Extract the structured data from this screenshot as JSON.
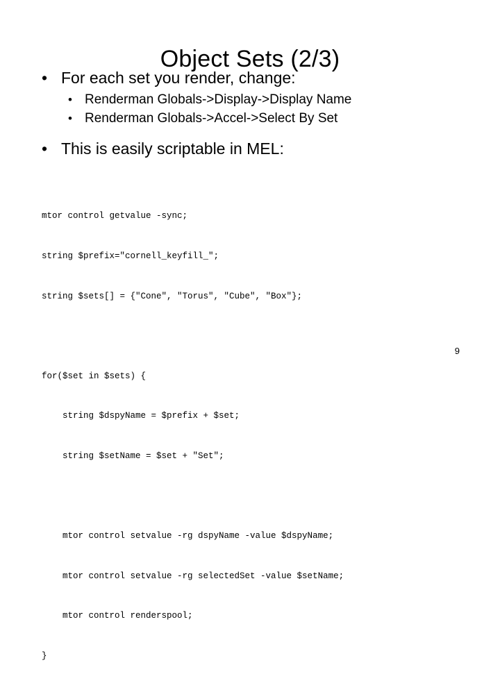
{
  "slide": {
    "title": "Object Sets (2/3)",
    "page_number": "9",
    "bullet_marker": "•",
    "background_color": "#ffffff",
    "text_color": "#000000"
  },
  "bullets": [
    {
      "level": 1,
      "text": "For each set you render, change:"
    },
    {
      "level": 2,
      "text": "Renderman Globals->Display->Display Name"
    },
    {
      "level": 2,
      "text": "Renderman Globals->Accel->Select By Set"
    },
    {
      "level": 1,
      "text": "This is easily scriptable in MEL:"
    }
  ],
  "code": {
    "language": "MEL",
    "lines": [
      "mtor control getvalue -sync;",
      "string $prefix=\"cornell_keyfill_\";",
      "string $sets[] = {\"Cone\", \"Torus\", \"Cube\", \"Box\"};",
      "",
      "for($set in $sets) {",
      "    string $dspyName = $prefix + $set;",
      "    string $setName = $set + \"Set\";",
      "",
      "    mtor control setvalue -rg dspyName -value $dspyName;",
      "    mtor control setvalue -rg selectedSet -value $setName;",
      "    mtor control renderspool;",
      "}"
    ]
  }
}
